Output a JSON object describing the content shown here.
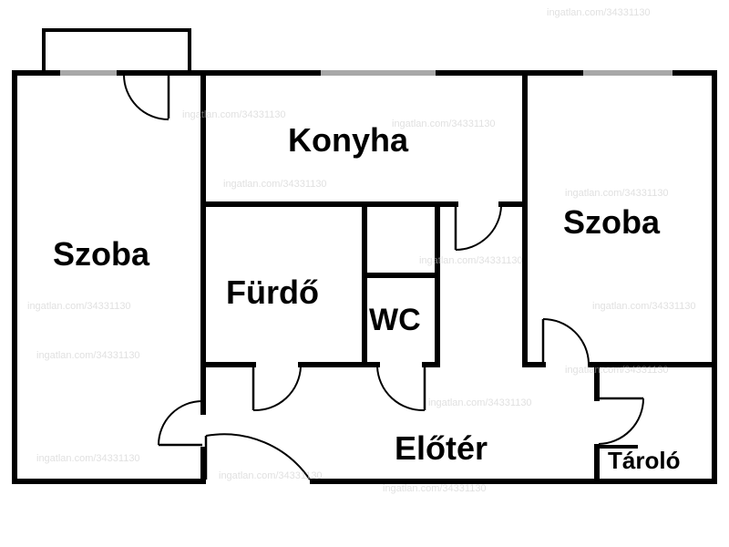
{
  "rooms": {
    "szoba_left": "Szoba",
    "konyha": "Konyha",
    "szoba_right": "Szoba",
    "furdo": "Fürdő",
    "wc": "WC",
    "eloter": "Előtér",
    "tarolo": "Tároló"
  },
  "watermark": "ingatlan.com/34331130",
  "colors": {
    "wall": "#000000",
    "window": "#a8a8a8",
    "background": "#ffffff"
  }
}
